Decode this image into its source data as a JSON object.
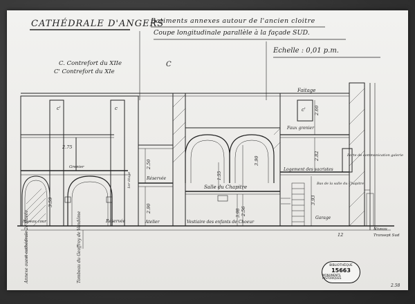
{
  "title": "CATHÉDRALE D'ANGERS",
  "subtitle_line1": "Batiments annexes autour de l'ancien cloitre",
  "subtitle_line2": "Coupe longitudinale parallèle à la façade SUD.",
  "scale": "Echelle : 0,01 p.m.",
  "legend": {
    "line1": "C. Contrefort du XIIe",
    "line2": "C' Contrefort du XIe",
    "c_mark": "C"
  },
  "labels": {
    "c_prime_left": "c'",
    "c_left": "c",
    "c_prime_right": "c'",
    "fairage": "Faitage",
    "faux_grenier": "Faux grenier",
    "logement": "Logement des sacristes",
    "salle_chapitre": "Salle du Chapitre",
    "reservee_left": "Réservée",
    "reservee_mid": "Réservée",
    "atelier": "Atelier",
    "vestiaire": "Vestiaire des enfants de Choeur",
    "porte_galerie": "Porte de communication galerie",
    "bas_salle": "Bas de la salle du Chapitre",
    "garage": "Garage",
    "niveau_left": "Niveau cour",
    "niveau_right": "Niveau",
    "transept": "Transept Sud",
    "annex_vert": "Annexe ouest cathédrale 2e travée",
    "tombeau_vert": "Tombeau du Geoffroy de Vendôme",
    "grenier": "Grenier",
    "vertical_label": "1er étage"
  },
  "dimensions": {
    "d_275": "2.75",
    "d_359": "3.59",
    "d_250": "2.50",
    "d_290": "2.90",
    "d_155": "1.55",
    "d_390": "3.90",
    "d_398": "3.98",
    "d_256": "2.56",
    "d_260": "2.60",
    "d_282": "2.82",
    "d_393": "3.93",
    "d_12": "12"
  },
  "stamp": {
    "top": "BIBLIOTHÈQUE",
    "number": "15663",
    "bottom": "MONUMENTS HISTORIQUES"
  },
  "corner_note": "2.58"
}
